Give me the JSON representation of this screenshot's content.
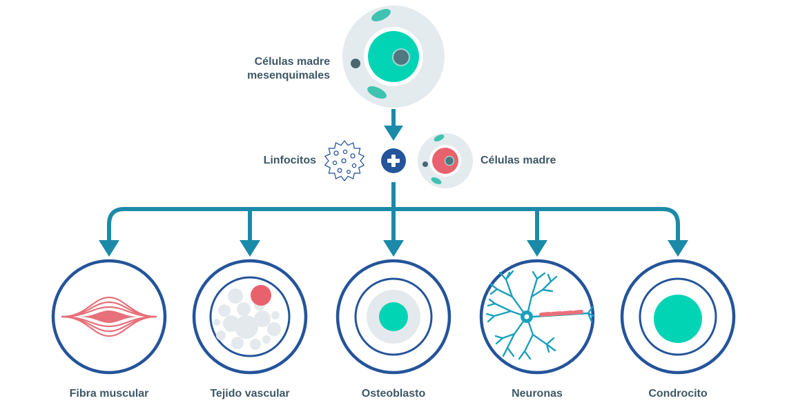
{
  "source": {
    "label_line1": "Células madre",
    "label_line2": "mesenquimales"
  },
  "combination": {
    "left_label": "Linfocitos",
    "right_label": "Células madre",
    "operator_icon": "plus-icon"
  },
  "outcomes": [
    {
      "label": "Fibra muscular",
      "icon": "muscle-fiber-icon"
    },
    {
      "label": "Tejido vascular",
      "icon": "vascular-tissue-icon"
    },
    {
      "label": "Osteoblasto",
      "icon": "osteoblast-icon"
    },
    {
      "label": "Neuronas",
      "icon": "neuron-icon"
    },
    {
      "label": "Condrocito",
      "icon": "chondrocyte-icon"
    }
  ],
  "colors": {
    "arrow": "#1b8aa8",
    "ring": "#24549a",
    "teal": "#00d4b4",
    "coral": "#e8626e",
    "pale": "#e4ebee",
    "neuron": "#1aa0bd",
    "text": "#3d5866"
  }
}
